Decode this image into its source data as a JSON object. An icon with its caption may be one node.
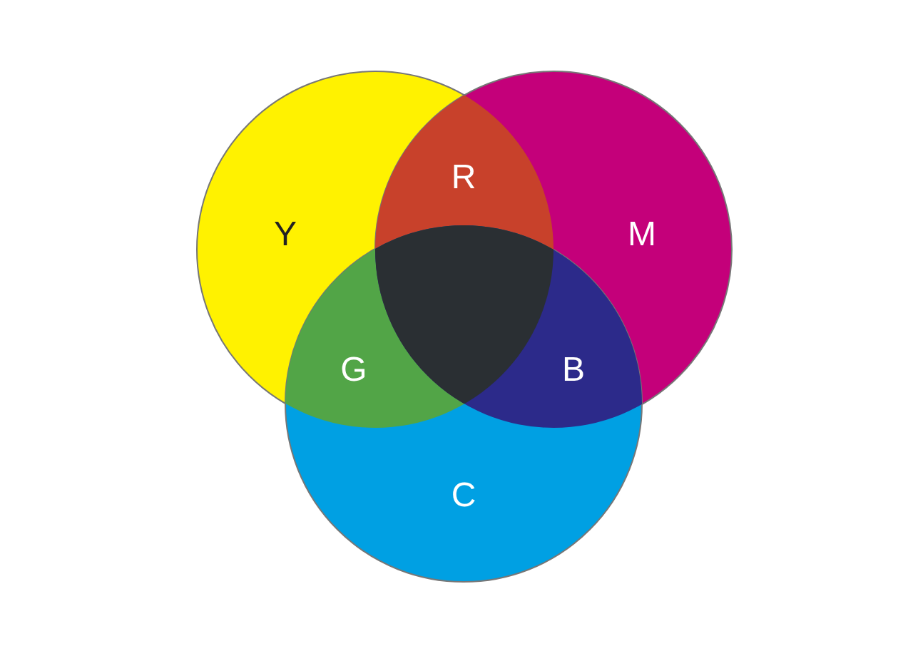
{
  "diagram": {
    "nodes": [
      {
        "text": [
          "Y"
        ]
      },
      {
        "text": [
          "M"
        ]
      },
      {
        "text": [
          "C"
        ]
      }
    ],
    "labels": [
      "R",
      "G",
      "B"
    ]
  }
}
